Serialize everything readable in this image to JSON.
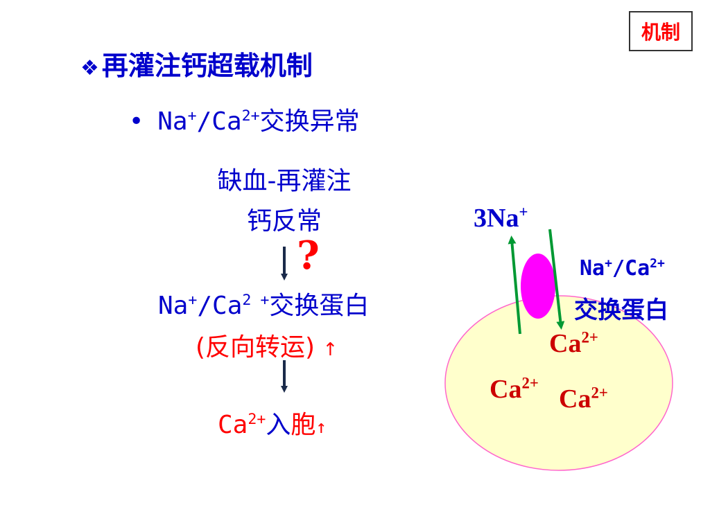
{
  "badge": "机制",
  "title": {
    "bullet": "❖",
    "text": "再灌注钙超载机制"
  },
  "subtitle": {
    "bullet": "•",
    "na": "Na",
    "na_sup": "+",
    "slash_ca": "/Ca",
    "ca_sup": "2+",
    "rest": "交换异常"
  },
  "flow": {
    "ischemia_line1": "缺血-再灌注",
    "ischemia_line2": "钙反常",
    "question": "?",
    "exchanger": {
      "na": "Na",
      "na_sup": "+",
      "slash_ca": "/Ca",
      "ca_sup": "2 +",
      "rest": "交换蛋白"
    },
    "reverse": "(反向转运)",
    "up_arrow": "↑",
    "influx": {
      "ca": "Ca",
      "ca_sup": "2+",
      "enter": "入",
      "cell": "胞",
      "up_arrow": "↑"
    }
  },
  "cell_diagram": {
    "na3": "3Na",
    "na3_sup": "+",
    "label_line1": {
      "na": "Na",
      "na_sup": "+",
      "slash_ca": "/Ca",
      "ca_sup": "2+"
    },
    "label_line2": "交换蛋白",
    "ca_items": [
      {
        "text": "Ca",
        "sup": "2+"
      },
      {
        "text": "Ca",
        "sup": "2+"
      },
      {
        "text": "Ca",
        "sup": "2+"
      }
    ],
    "colors": {
      "cell_fill": "#ffffcc",
      "cell_stroke": "#ff66cc",
      "protein": "#ff00ff",
      "arrow": "#009933",
      "flow_arrow": "#1a2a4a"
    }
  }
}
